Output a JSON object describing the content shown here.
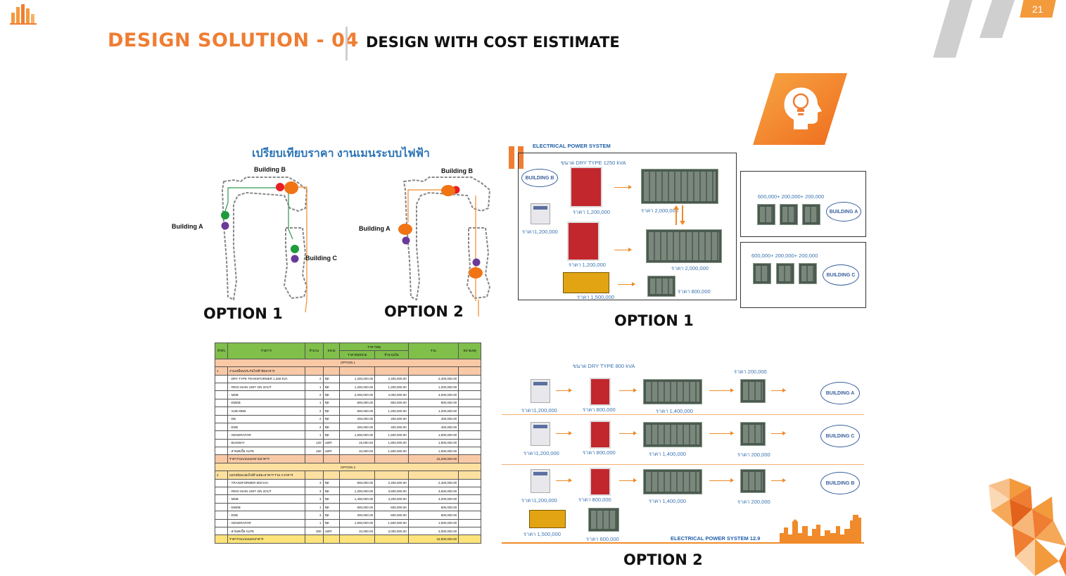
{
  "header": {
    "title": "DESIGN SOLUTION - 04",
    "subtitle": "DESIGN WITH COST EISTIMATE",
    "page_number": "21"
  },
  "accent_color": "#ef7d32",
  "icon": "lightbulb-head-icon",
  "site_plans": {
    "title": "เปรียบเทียบราคา งานเมนระบบไฟฟ้า",
    "option1": {
      "label": "OPTION 1",
      "building_a": "Building A",
      "building_b": "Building B",
      "building_c": "Building C"
    },
    "option2": {
      "label": "OPTION 2",
      "building_a": "Building A",
      "building_b": "Building B"
    }
  },
  "diagram1": {
    "label": "OPTION 1",
    "title": "ELECTRICAL POWER SYSTEM",
    "xfmr_size": "ขนาด DRY TYPE 1250 kVA",
    "building_b": "BUILDING B",
    "building_a": "BUILDING A",
    "building_c": "BUILDING C",
    "ups_price": "ราคา1,200,000",
    "xfmr_price_1": "ราคา 1,200,000",
    "xfmr_price_2": "ราคา 1,200,000",
    "mdb_price_1": "ราคา 2,000,000",
    "mdb_price_2": "ราคา 2,000,000",
    "gen_price": "ราคา 1,500,000",
    "emdb_price": "ราคา 800,000",
    "sub_a_prices": "600,000+ 200,000+ 200,000",
    "sub_c_prices": "600,000+ 200,000+ 200,000"
  },
  "diagram2": {
    "label": "OPTION 2",
    "title": "ELECTRICAL POWER SYSTEM 12.9",
    "xfmr_size": "ขนาด DRY TYPE 800 kVA",
    "rows": [
      {
        "ups": "ราคา1,200,000",
        "xfmr": "ราคา 800,000",
        "mdb": "ราคา 1,400,000",
        "sub": "ราคา 200,000",
        "building": "BUILDING A"
      },
      {
        "ups": "ราคา1,200,000",
        "xfmr": "ราคา 800,000",
        "mdb": "ราคา 1,400,000",
        "sub": "ราคา 200,000",
        "building": "BUILDING C"
      },
      {
        "ups": "ราคา1,200,000",
        "xfmr": "ราคา 800,000",
        "mdb": "ราคา 1,400,000",
        "sub": "ราคา 200,000",
        "building": "BUILDING B"
      }
    ],
    "gen_price": "ราคา 1,500,000",
    "emdb_price": "ราคา 600,000"
  },
  "cost_table": {
    "headers": [
      "ลำดับ",
      "รายการ",
      "จำนวน",
      "หน่วย",
      "ราคาวัสดุ",
      "รวม",
      "หมายเหตุ"
    ],
    "subheaders": [
      "ราคาต่อหน่วย",
      "จำนวนเงิน"
    ],
    "option1_label": "OPTION 1",
    "option1_section": {
      "no": "1",
      "name": "งานเหมือนประกันไฟฟ้าจัดอาคาร"
    },
    "option1_rows": [
      [
        "- DRY TYPE TRANSFORMER 1,250 kVA",
        "2",
        "ชุด",
        "1,200,000.00",
        "2,400,000.00",
        "2,400,000.00"
      ],
      [
        "- RING MAIN UNIT 2IN 2OUT",
        "1",
        "ชุด",
        "1,200,000.00",
        "1,200,000.00",
        "1,200,000.00"
      ],
      [
        "- MDB",
        "2",
        "ชุด",
        "2,000,000.00",
        "4,000,000.00",
        "4,000,000.00"
      ],
      [
        "- EMDB",
        "1",
        "ชุด",
        "800,000.00",
        "800,000.00",
        "800,000.00"
      ],
      [
        "- SUB MDB",
        "2",
        "ชุด",
        "600,000.00",
        "1,200,000.00",
        "1,200,000.00"
      ],
      [
        "- DB",
        "2",
        "ชุด",
        "200,000.00",
        "400,000.00",
        "400,000.00"
      ],
      [
        "- EDB",
        "2",
        "ชุด",
        "200,000.00",
        "400,000.00",
        "400,000.00"
      ],
      [
        "- GENERATOR",
        "1",
        "ชุด",
        "1,500,000.00",
        "1,500,000.00",
        "1,500,000.00"
      ],
      [
        "- BUSWAY",
        "120",
        "เมตร",
        "15,000.00",
        "1,800,000.00",
        "1,800,000.00"
      ],
      [
        "- สายเคเบิ้ล XLPE",
        "150",
        "เมตร",
        "10,000.00",
        "1,500,000.00",
        "1,500,000.00"
      ]
    ],
    "option1_total": {
      "label": "ราคารวมแบบแยกตามอาคาร",
      "value": "15,200,000.00"
    },
    "option2_label": "OPTION 2",
    "option2_section": {
      "no": "2",
      "name": "แยกหม้อแปลงไฟฟ้าแต่ละอาคาร รวม 3 อาคาร"
    },
    "option2_rows": [
      [
        "- TRANSFORMER 800 kVA",
        "3",
        "ชุด",
        "800,000.00",
        "2,400,000.00",
        "2,400,000.00"
      ],
      [
        "- RING MAIN UNIT 2IN 2OUT",
        "3",
        "ชุด",
        "1,200,000.00",
        "3,600,000.00",
        "3,600,000.00"
      ],
      [
        "- MDB",
        "3",
        "ชุด",
        "1,400,000.00",
        "4,200,000.00",
        "4,200,000.00"
      ],
      [
        "- EMDB",
        "1",
        "ชุด",
        "600,000.00",
        "600,000.00",
        "600,000.00"
      ],
      [
        "- EDB",
        "3",
        "ชุด",
        "200,000.00",
        "600,000.00",
        "600,000.00"
      ],
      [
        "- GENERATOR",
        "1",
        "ชุด",
        "1,500,000.00",
        "1,500,000.00",
        "1,500,000.00"
      ],
      [
        "- สายเคเบิ้ล XLPE",
        "300",
        "เมตร",
        "10,000.00",
        "3,000,000.00",
        "3,000,000.00"
      ]
    ],
    "option2_total": {
      "label": "ราคารวมแบบแยกอาคาร",
      "value": "15,900,000.00"
    }
  }
}
